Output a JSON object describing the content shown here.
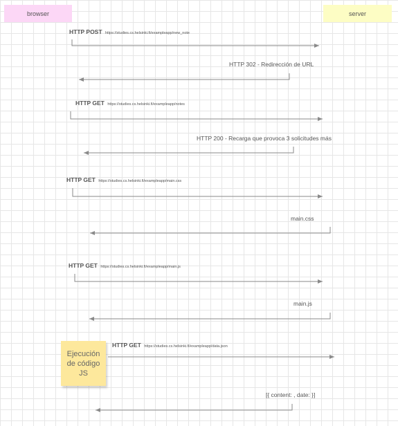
{
  "actors": {
    "browser": {
      "label": "browser",
      "color": "#fcd7f6"
    },
    "server": {
      "label": "server",
      "color": "#fdfdc4"
    }
  },
  "messages": [
    {
      "method": "HTTP POST",
      "url": "https://studies.cs.helsinki.fi/exampleapp/new_note",
      "direction": "to-server"
    },
    {
      "text": "HTTP 302 - Redirección de URL",
      "direction": "to-browser"
    },
    {
      "method": "HTTP GET",
      "url": "https://studies.cs.helsinki.fi/exampleapp/notes",
      "direction": "to-server"
    },
    {
      "text": "HTTP 200 - Recarga que provoca 3 solicitudes más",
      "direction": "to-browser"
    },
    {
      "method": "HTTP GET",
      "url": "https://studies.cs.helsinki.fi/exampleapp/main.css",
      "direction": "to-server"
    },
    {
      "text": "main.css",
      "direction": "to-browser"
    },
    {
      "method": "HTTP GET",
      "url": "https://studies.cs.helsinki.fi/exampleapp/main.js",
      "direction": "to-server"
    },
    {
      "text": "main.js",
      "direction": "to-browser"
    },
    {
      "method": "HTTP GET",
      "url": "https://studies.cs.helsinki.fi/exampleapp/data.json",
      "direction": "to-server"
    },
    {
      "text": "[{ content: , date: }]",
      "direction": "to-browser"
    }
  ],
  "note": {
    "text": "Ejecución\nde código\nJS",
    "color": "#fde89c"
  },
  "colors": {
    "arrow": "#8a8a8a",
    "text": "#555555"
  }
}
